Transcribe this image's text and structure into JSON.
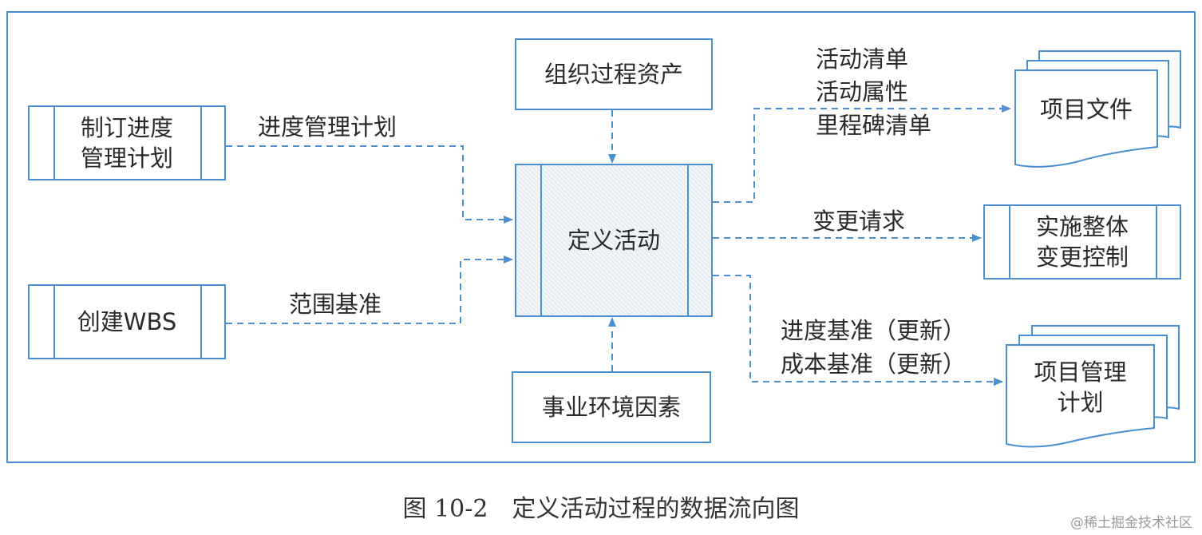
{
  "inputs": {
    "schedule_plan": "制订进度\n管理计划",
    "create_wbs": "创建WBS"
  },
  "org_assets": "组织过程资产",
  "env_factors": "事业环境因素",
  "center": "定义活动",
  "edges": {
    "schedule_plan_label": "进度管理计划",
    "scope_baseline_label": "范围基准",
    "docs_label": "活动清单\n活动属性\n里程碑清单",
    "change_label": "变更请求",
    "plan_update_label": "进度基准（更新）\n成本基准（更新）"
  },
  "outputs": {
    "project_docs": "项目文件",
    "integrated_change": "实施整体\n变更控制",
    "project_plan": "项目管理\n计划"
  },
  "caption": "图 10-2　定义活动过程的数据流向图",
  "watermark": "@稀土掘金技术社区",
  "colors": {
    "stroke": "#4a8fd0",
    "text": "#2a2a2a"
  }
}
